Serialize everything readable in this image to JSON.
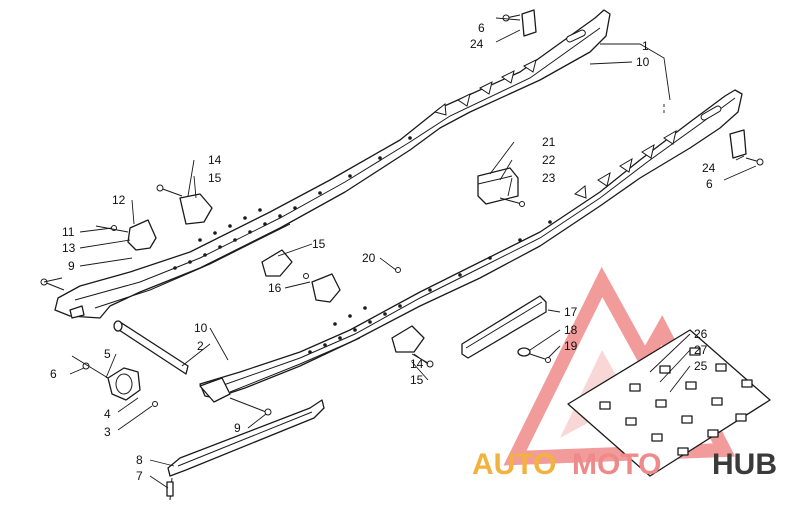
{
  "callouts": {
    "c1": "1",
    "c2": "2",
    "c3": "3",
    "c4": "4",
    "c5": "5",
    "c6a": "6",
    "c6b": "6",
    "c6c": "6",
    "c7": "7",
    "c8": "8",
    "c9a": "9",
    "c9b": "9",
    "c10a": "10",
    "c10b": "10",
    "c11": "11",
    "c12": "12",
    "c13": "13",
    "c14a": "14",
    "c14b": "14",
    "c15a": "15",
    "c15b": "15",
    "c15c": "15",
    "c16": "16",
    "c17": "17",
    "c18": "18",
    "c19": "19",
    "c20": "20",
    "c21": "21",
    "c22": "22",
    "c23": "23",
    "c24a": "24",
    "c24b": "24",
    "c25": "25",
    "c26": "26",
    "c27": "27"
  },
  "watermark": {
    "text_part1": "AUTO",
    "text_part2": "MOTO",
    "text_part3": "HUB",
    "color_primary": "#f08a8a",
    "color_accent": "#f3b23d",
    "color_dark": "#3a3a3a"
  }
}
